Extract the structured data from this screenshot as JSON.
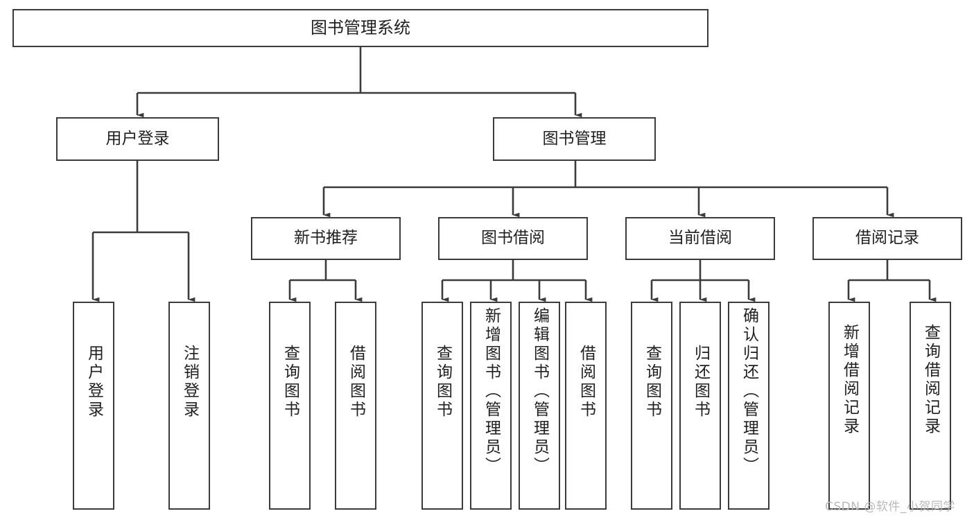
{
  "diagram": {
    "title": "图书管理系统",
    "type": "tree-structure-chart",
    "background_color": "#ffffff",
    "node_border_color": "#3b3b3b",
    "node_fill_color": "#ffffff",
    "edge_color": "#3b3b3b"
  },
  "nodes": {
    "root": {
      "label": "图书管理系统"
    },
    "level2": [
      {
        "label": "用户登录"
      },
      {
        "label": "图书管理"
      }
    ],
    "level3": [
      {
        "label": "新书推荐"
      },
      {
        "label": "图书借阅"
      },
      {
        "label": "当前借阅"
      },
      {
        "label": "借阅记录"
      }
    ],
    "leaves": {
      "user_login": [
        {
          "label": "用户登录"
        },
        {
          "label": "注销登录"
        }
      ],
      "new_book_recommend": [
        {
          "label": "查询图书"
        },
        {
          "label": "借阅图书"
        }
      ],
      "book_borrow": [
        {
          "label": "查询图书"
        },
        {
          "label": "新增图书（管理员）"
        },
        {
          "label": "编辑图书（管理员）"
        },
        {
          "label": "借阅图书"
        }
      ],
      "current_borrow": [
        {
          "label": "查询图书"
        },
        {
          "label": "归还图书"
        },
        {
          "label": "确认归还（管理员）"
        }
      ],
      "borrow_records": [
        {
          "label": "新增借阅记录"
        },
        {
          "label": "查询借阅记录"
        }
      ]
    }
  },
  "watermark": {
    "text": "CSDN @软件_小贺同学",
    "color": "#b9b9b9"
  }
}
